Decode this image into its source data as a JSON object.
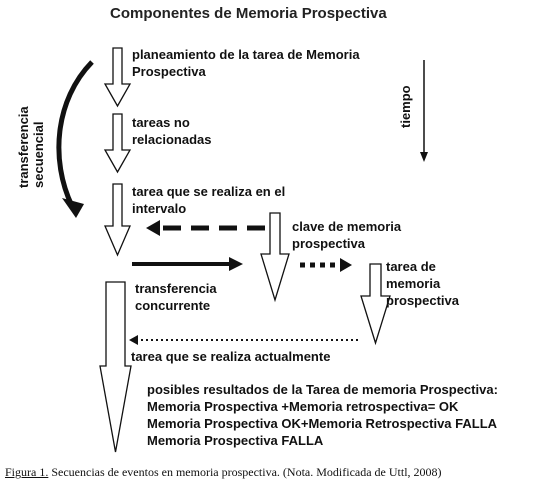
{
  "title": "Componentes de Memoria Prospectiva",
  "labels": {
    "planning_1": "planeamiento de la tarea de Memoria",
    "planning_2": "Prospectiva",
    "unrelated_1": "tareas no",
    "unrelated_2": "relacionadas",
    "interval_1": "tarea que se realiza en el",
    "interval_2": "intervalo",
    "cue_1": "clave de memoria",
    "cue_2": "prospectiva",
    "pm_task_1": "tarea de",
    "pm_task_2": "memoria",
    "pm_task_3": "prospectiva",
    "concurrent_1": "transferencia",
    "concurrent_2": "concurrente",
    "current_task": "tarea que se realiza actualmente",
    "sequential_1": "transferencia",
    "sequential_2": "secuencial",
    "time": "tiempo"
  },
  "results": {
    "heading": "posibles resultados de la Tarea de memoria Prospectiva:",
    "lines": [
      "Memoria Prospectiva +Memoria retrospectiva= OK",
      "Memoria Prospectiva OK+Memoria Retrospectiva FALLA",
      "Memoria Prospectiva FALLA"
    ]
  },
  "caption": {
    "label": "Figura 1.",
    "text": " Secuencias de eventos en memoria prospectiva. (Nota. Modificada de Uttl, 2008)"
  }
}
